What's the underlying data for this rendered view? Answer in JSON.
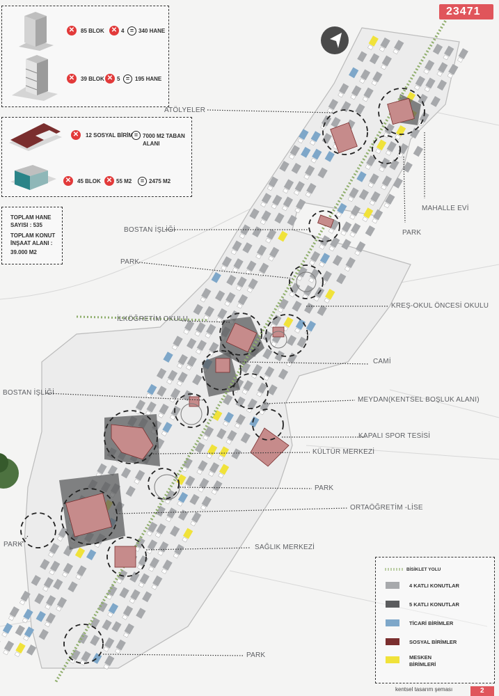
{
  "sheet_number": "23471",
  "page_number": "2",
  "footer_caption": "kentsel tasarım şeması",
  "summary": {
    "row1": {
      "blocks": "85 BLOK",
      "floors": "4",
      "result": "340 HANE"
    },
    "row2": {
      "blocks": "39 BLOK",
      "floors": "5",
      "result": "195 HANE"
    },
    "row3": {
      "units": "12 SOSYAL BİRİM",
      "result": "7000 M2 TABAN ALANI"
    },
    "row4": {
      "blocks": "45 BLOK",
      "area": "55 M2",
      "result": "2475 M2"
    },
    "totals_line1": "TOPLAM HANE",
    "totals_line2": "SAYISI : 535",
    "totals_line3": "TOPLAM KONUT",
    "totals_line4": "İNŞAAT ALANI :",
    "totals_line5": "39.000 M2"
  },
  "map_labels": {
    "atolyeler": "ATÖLYELER",
    "mahalle_evi": "MAHALLE EVİ",
    "park_1": "PARK",
    "bostan_1": "BOSTAN İŞLİĞİ",
    "park_2": "PARK",
    "kres": "KREŞ-OKUL ÖNCESİ OKULU",
    "ilkogretim": "İLKÖĞRETİM OKULU",
    "cami": "CAMİ",
    "bostan_2": "BOSTAN İŞLİĞİ",
    "meydan": "MEYDAN(KENTSEL BOŞLUK ALANI)",
    "spor": "KAPALI SPOR TESİSİ",
    "kultur": "KÜLTÜR MERKEZİ",
    "park_3": "PARK",
    "lise": "ORTAÖĞRETİM -LİSE",
    "park_4": "PARK",
    "saglik": "SAĞLIK MERKEZİ",
    "park_5": "PARK"
  },
  "legend": {
    "bike": "BİSİKLET YOLU",
    "floor4": "4 KATLI KONUTLAR",
    "floor5": "5 KATLI KONUTLAR",
    "commercial": "TİCARİ BİRİMLER",
    "social": "SOSYAL BİRİMLER",
    "residence_1": "MESKEN",
    "residence_2": "BİRİMLERİ"
  },
  "colors": {
    "floor4": "#a7a9ac",
    "floor5": "#5b5c5e",
    "commercial": "#7ea7c9",
    "social": "#7a2e2e",
    "residence": "#f0e23a",
    "bike": "#8fae6c",
    "brand": "#e0555b"
  },
  "icons": {
    "north": "north-arrow-icon",
    "multiply": "multiply-icon",
    "equals": "equals-icon"
  }
}
